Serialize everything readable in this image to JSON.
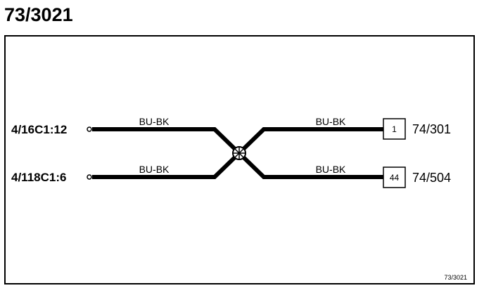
{
  "title": "73/3021",
  "footer_id": "73/3021",
  "connectors_left": [
    {
      "label": "4/16C1:12"
    },
    {
      "label": "4/118C1:6"
    }
  ],
  "wires": [
    {
      "color": "BU-BK"
    },
    {
      "color": "BU-BK"
    },
    {
      "color": "BU-BK"
    },
    {
      "color": "BU-BK"
    }
  ],
  "terminals_right": [
    {
      "pin": "1",
      "label": "74/301"
    },
    {
      "pin": "44",
      "label": "74/504"
    }
  ],
  "colors": {
    "line": "#000000",
    "background": "#ffffff"
  }
}
